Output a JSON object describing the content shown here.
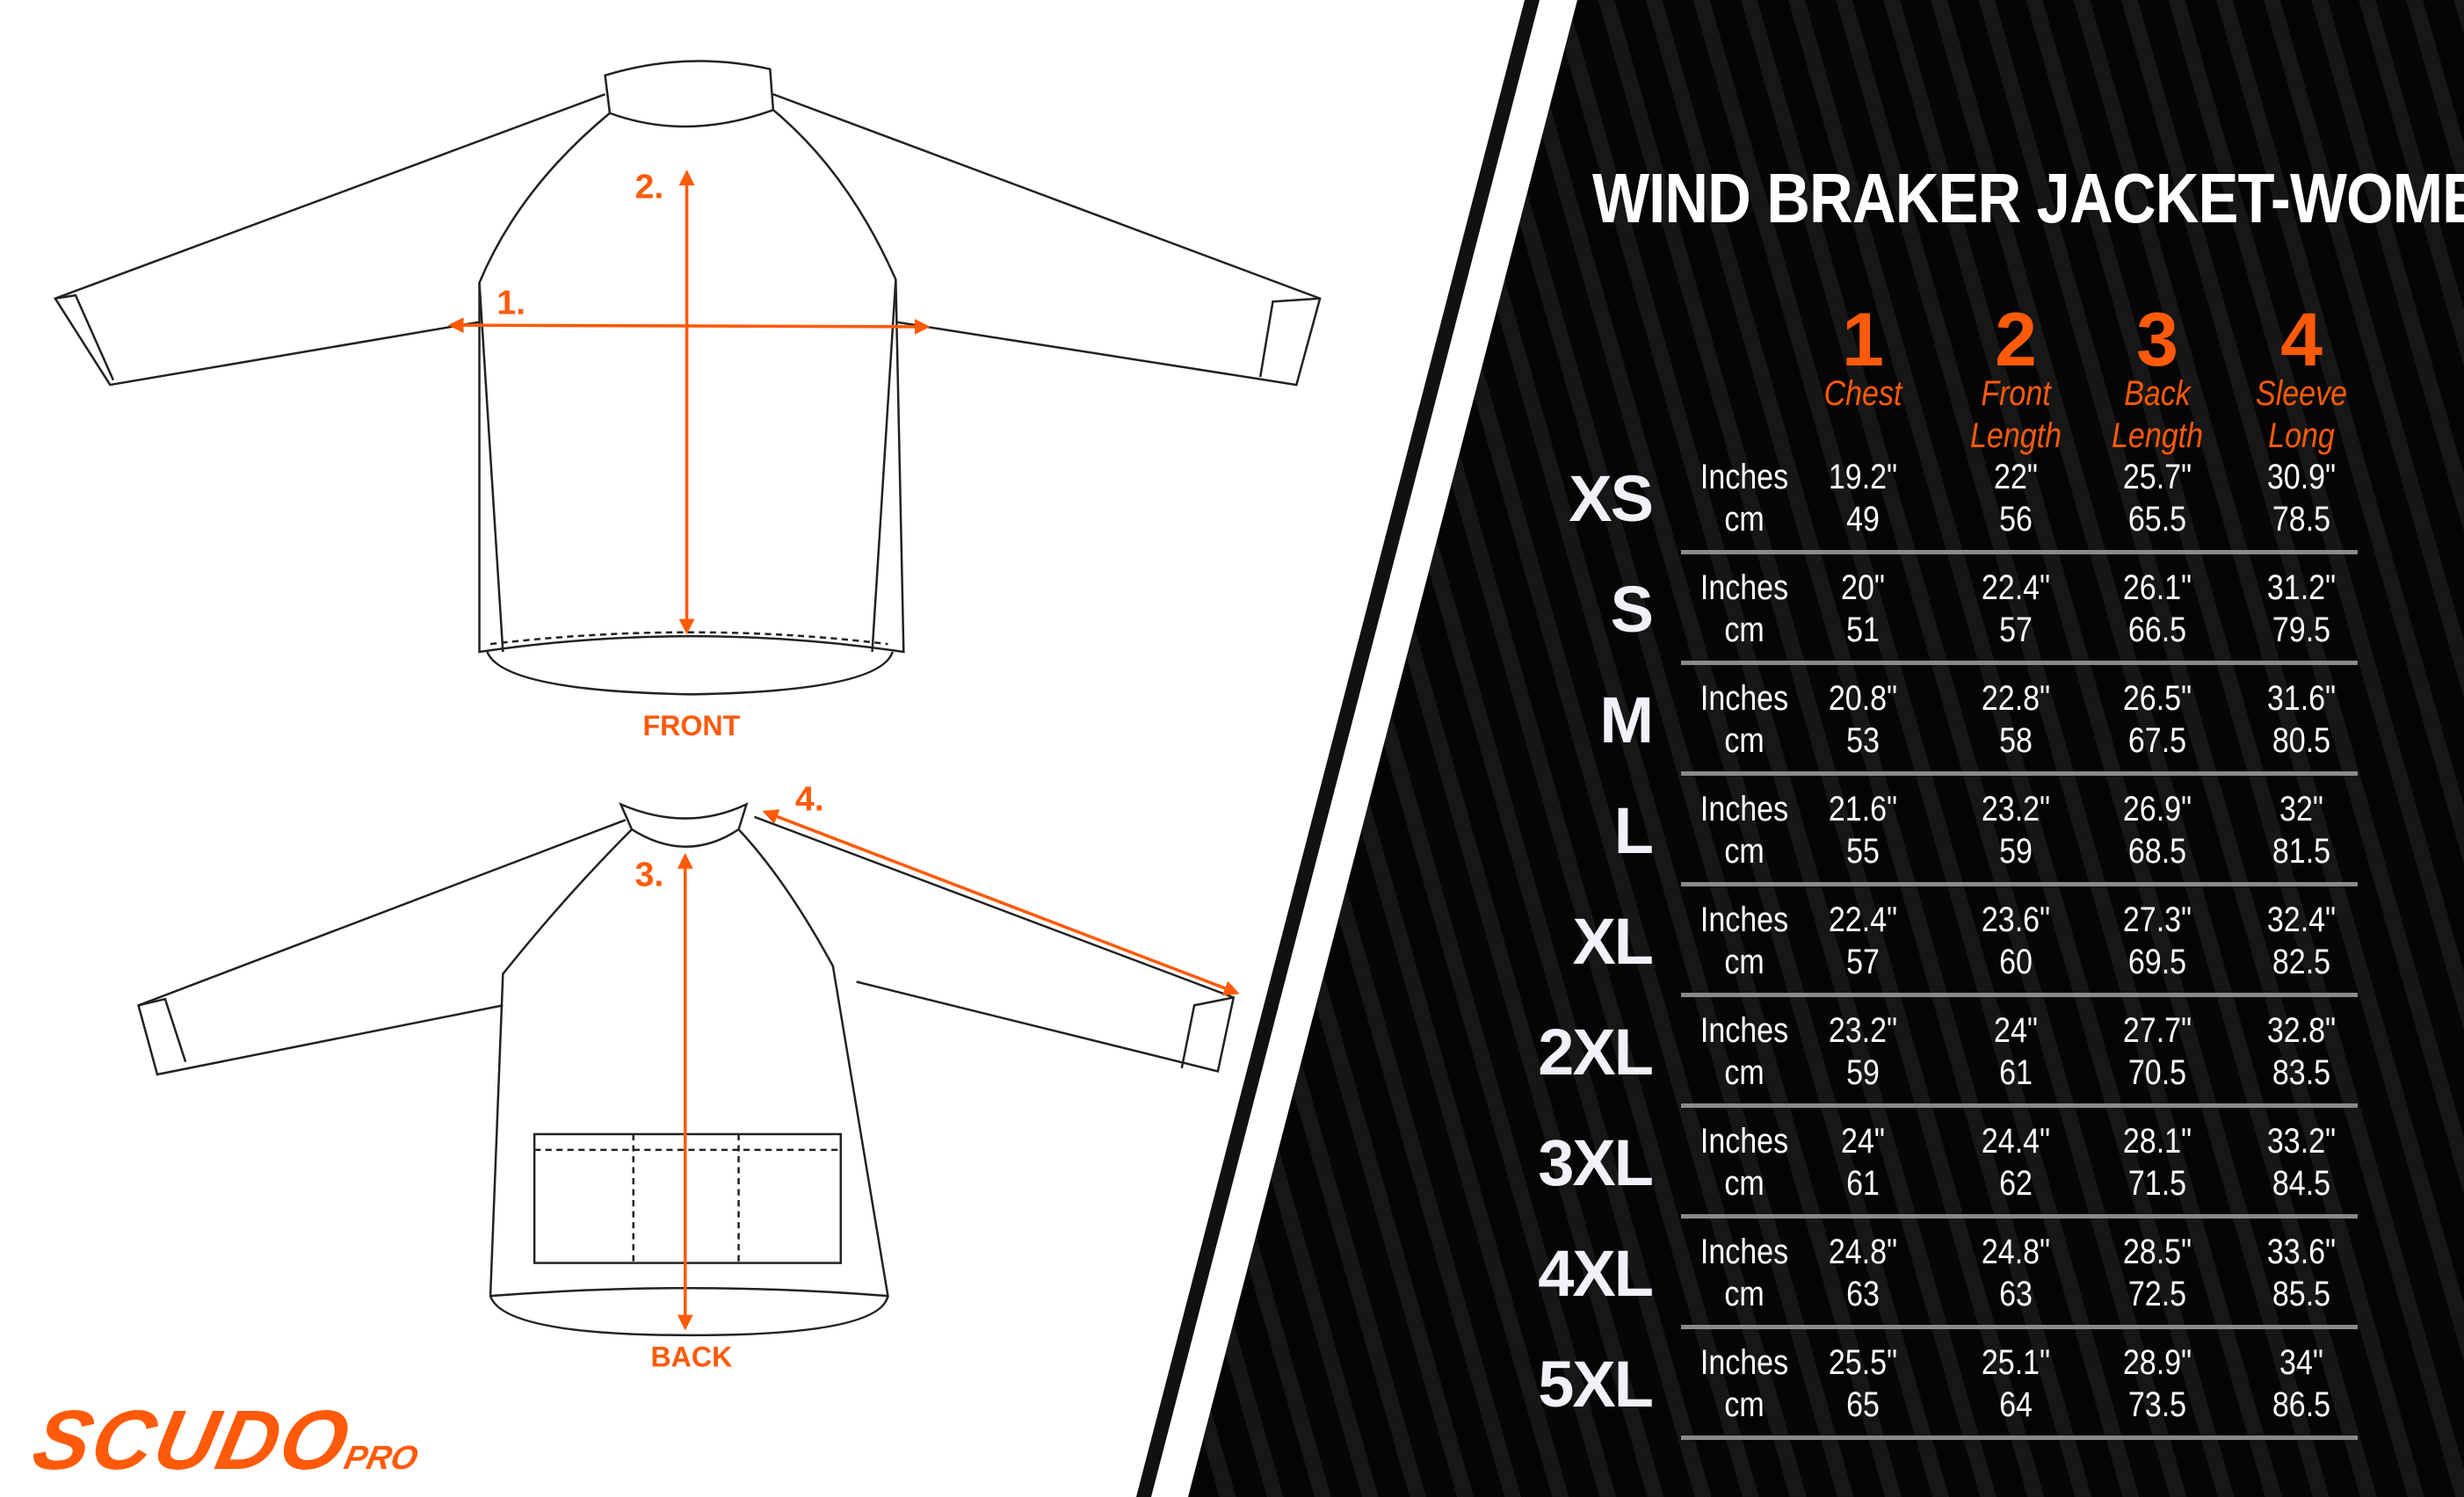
{
  "title": "WIND BRAKER JACKET-WOMEN",
  "logo": {
    "brand": "SCUDO",
    "suffix": "PRO"
  },
  "diagram": {
    "front_label": "FRONT",
    "back_label": "BACK",
    "markers": [
      "1.",
      "2.",
      "3.",
      "4."
    ]
  },
  "colors": {
    "accent": "#ff5a0a",
    "background_panel": "#050505",
    "text": "#ffffff"
  },
  "columns": [
    {
      "number": "1",
      "label_line1": "Chest",
      "label_line2": ""
    },
    {
      "number": "2",
      "label_line1": "Front",
      "label_line2": "Length"
    },
    {
      "number": "3",
      "label_line1": "Back",
      "label_line2": "Length"
    },
    {
      "number": "4",
      "label_line1": "Sleeve",
      "label_line2": "Long"
    }
  ],
  "units": {
    "inches": "Inches",
    "cm": "cm"
  },
  "rows": [
    {
      "size": "XS",
      "inches": [
        "19.2\"",
        "22\"",
        "25.7\"",
        "30.9\""
      ],
      "cm": [
        "49",
        "56",
        "65.5",
        "78.5"
      ]
    },
    {
      "size": "S",
      "inches": [
        "20\"",
        "22.4\"",
        "26.1\"",
        "31.2\""
      ],
      "cm": [
        "51",
        "57",
        "66.5",
        "79.5"
      ]
    },
    {
      "size": "M",
      "inches": [
        "20.8\"",
        "22.8\"",
        "26.5\"",
        "31.6\""
      ],
      "cm": [
        "53",
        "58",
        "67.5",
        "80.5"
      ]
    },
    {
      "size": "L",
      "inches": [
        "21.6\"",
        "23.2\"",
        "26.9\"",
        "32\""
      ],
      "cm": [
        "55",
        "59",
        "68.5",
        "81.5"
      ]
    },
    {
      "size": "XL",
      "inches": [
        "22.4\"",
        "23.6\"",
        "27.3\"",
        "32.4\""
      ],
      "cm": [
        "57",
        "60",
        "69.5",
        "82.5"
      ]
    },
    {
      "size": "2XL",
      "inches": [
        "23.2\"",
        "24\"",
        "27.7\"",
        "32.8\""
      ],
      "cm": [
        "59",
        "61",
        "70.5",
        "83.5"
      ]
    },
    {
      "size": "3XL",
      "inches": [
        "24\"",
        "24.4\"",
        "28.1\"",
        "33.2\""
      ],
      "cm": [
        "61",
        "62",
        "71.5",
        "84.5"
      ]
    },
    {
      "size": "4XL",
      "inches": [
        "24.8\"",
        "24.8\"",
        "28.5\"",
        "33.6\""
      ],
      "cm": [
        "63",
        "63",
        "72.5",
        "85.5"
      ]
    },
    {
      "size": "5XL",
      "inches": [
        "25.5\"",
        "25.1\"",
        "28.9\"",
        "34\""
      ],
      "cm": [
        "65",
        "64",
        "73.5",
        "86.5"
      ]
    }
  ]
}
